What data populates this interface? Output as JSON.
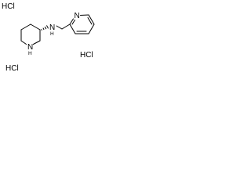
{
  "molecule": {
    "labels": {
      "hcl_top_left": "HCl",
      "hcl_bottom_left": "HCl",
      "hcl_right": "HCl",
      "amine_n": "N",
      "amine_h": "H",
      "ring_nh_n": "N",
      "ring_nh_h": "H",
      "pyridine_n": "N"
    }
  }
}
